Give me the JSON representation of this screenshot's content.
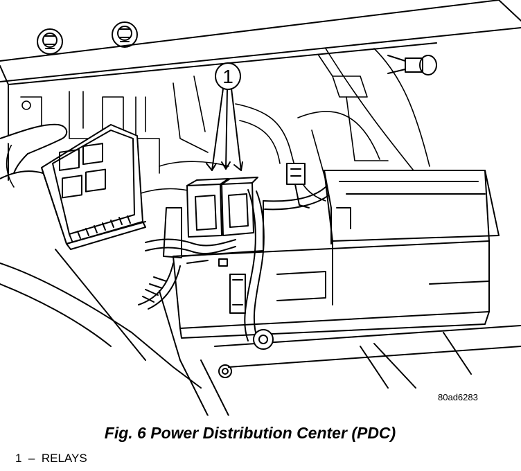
{
  "figure": {
    "callout_number": "1",
    "figure_code": "80ad6283",
    "caption": "Fig. 6 Power Distribution Center (PDC)",
    "legend": [
      {
        "number": "1",
        "separator": "–",
        "label": "RELAYS"
      }
    ]
  }
}
